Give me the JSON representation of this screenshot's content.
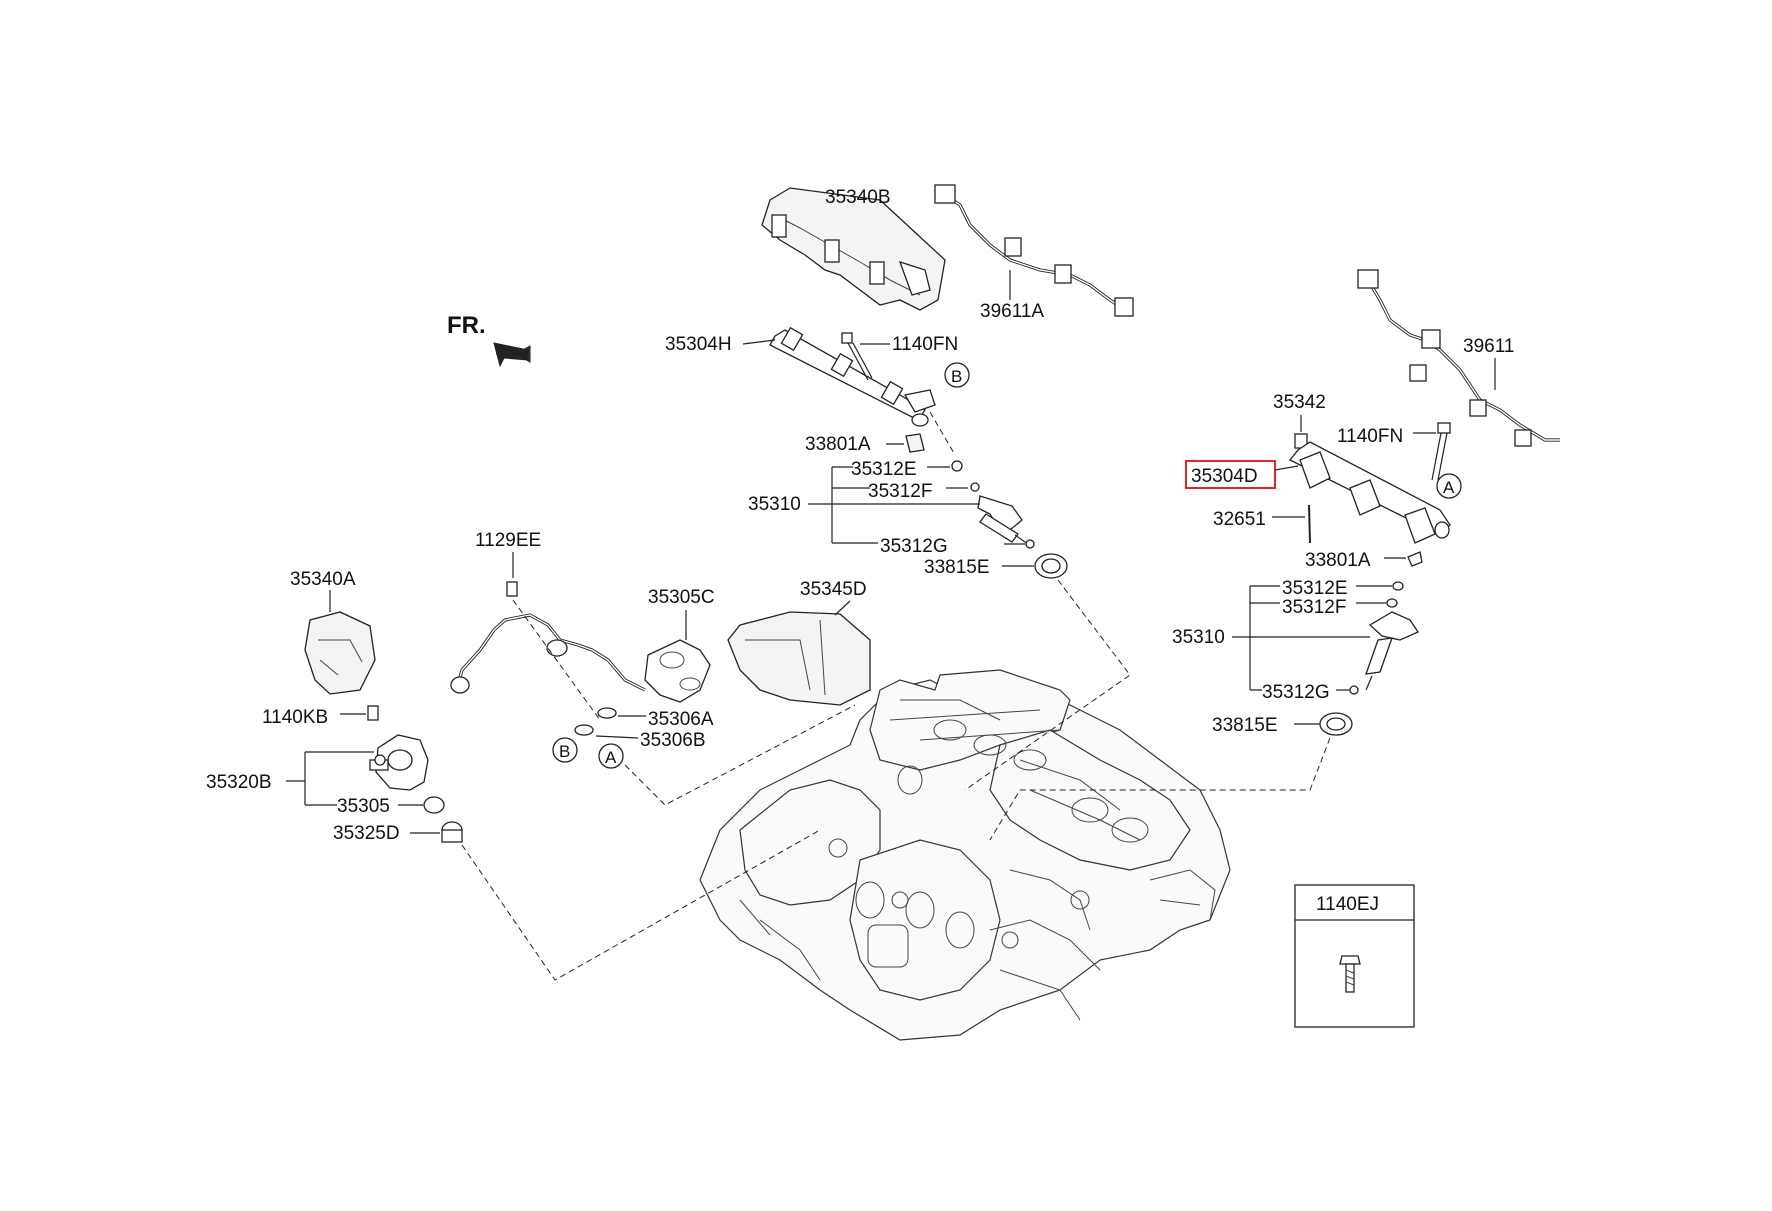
{
  "labels": {
    "fr": "FR.",
    "p35340B": "35340B",
    "p39611A": "39611A",
    "p35304H": "35304H",
    "p1140FN_top": "1140FN",
    "p33801A_top": "33801A",
    "p35312E_top": "35312E",
    "p35312F_top": "35312F",
    "p35310_top": "35310",
    "p35312G_top": "35312G",
    "p33815E_top": "33815E",
    "p39611": "39611",
    "p35342": "35342",
    "p1140FN_right": "1140FN",
    "p35304D": "35304D",
    "p32651": "32651",
    "p33801A_right": "33801A",
    "p35312E_right": "35312E",
    "p35312F_right": "35312F",
    "p35310_right": "35310",
    "p35312G_right": "35312G",
    "p33815E_right": "33815E",
    "p1129EE": "1129EE",
    "p35340A": "35340A",
    "p35305C": "35305C",
    "p35345D": "35345D",
    "p1140KB": "1140KB",
    "p35306A": "35306A",
    "p35306B": "35306B",
    "p35320B": "35320B",
    "p35305": "35305",
    "p35325D": "35325D",
    "p1140EJ": "1140EJ"
  },
  "callouts": {
    "a_left": "A",
    "b_left": "B",
    "a_right": "A",
    "b_top": "B"
  },
  "highlight": {
    "part": "35304D",
    "color": "#e0262b"
  },
  "icons": {
    "front_direction": "arrow-icon",
    "bolt": "bolt-icon"
  }
}
